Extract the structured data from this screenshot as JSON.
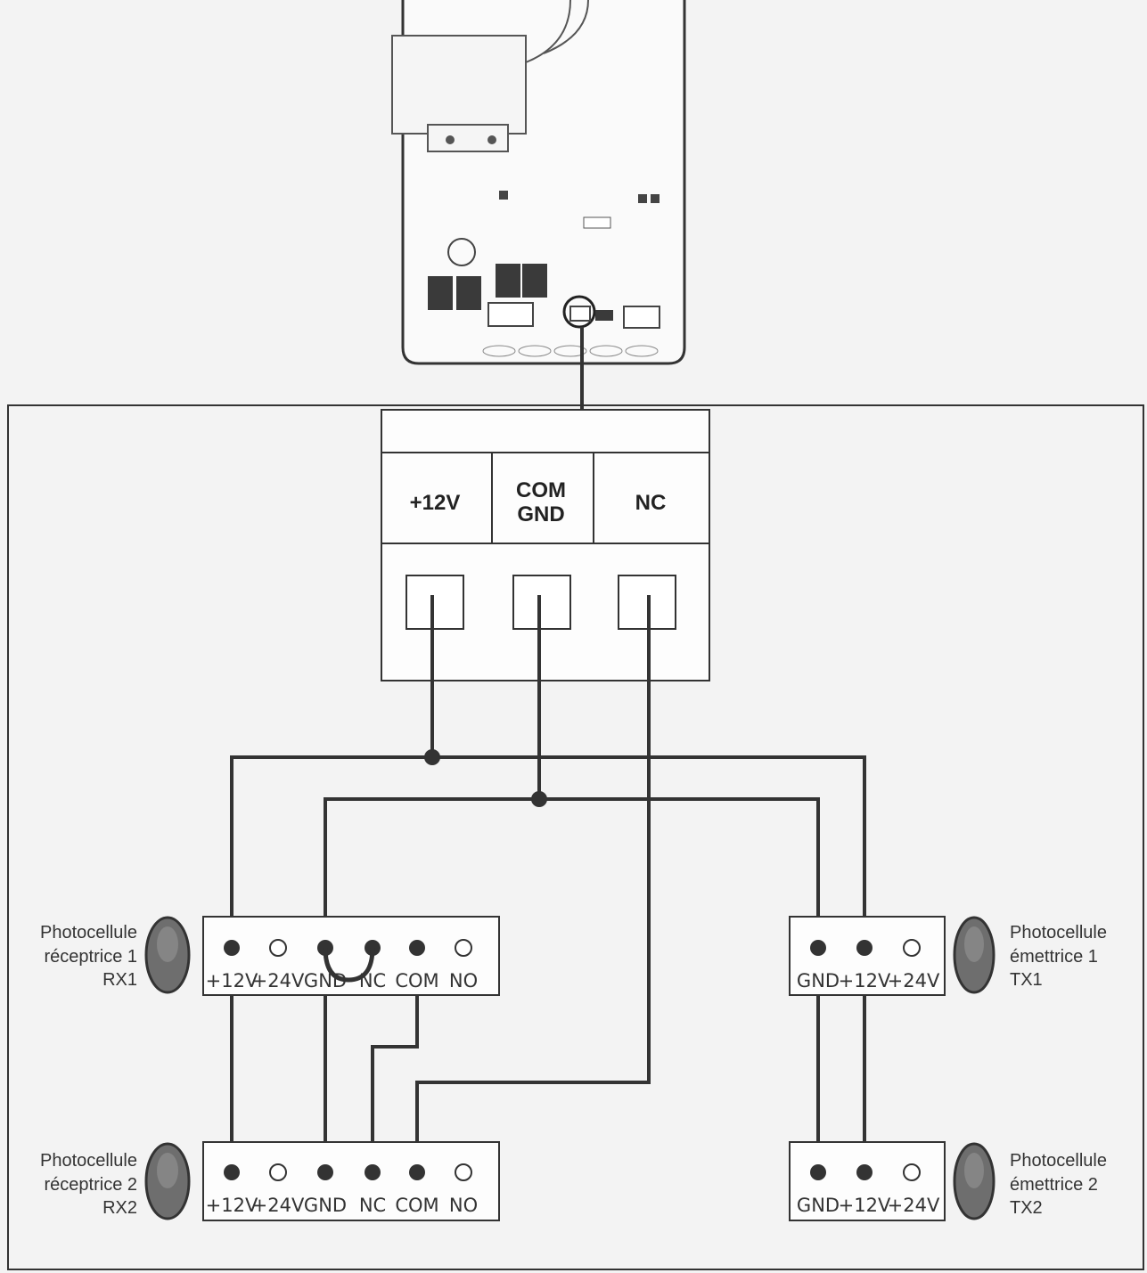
{
  "connector": {
    "labels": [
      "+12V",
      "COM",
      "GND",
      "NC"
    ]
  },
  "devices": {
    "rx1": {
      "name1": "Photocellule",
      "name2": "réceptrice 1",
      "code": "RX1"
    },
    "rx2": {
      "name1": "Photocellule",
      "name2": "réceptrice 2",
      "code": "RX2"
    },
    "tx1": {
      "name1": "Photocellule",
      "name2": "émettrice 1",
      "code": "TX1"
    },
    "tx2": {
      "name1": "Photocellule",
      "name2": "émettrice 2",
      "code": "TX2"
    }
  },
  "terminals": {
    "rx": [
      "+12V",
      "+24V",
      "GND",
      "NC",
      "COM",
      "NO"
    ],
    "tx": [
      "GND",
      "+12V",
      "+24V"
    ]
  },
  "colors": {
    "wire": "#333333",
    "device": "#6e6e6e",
    "board": "#3a3a3a"
  }
}
